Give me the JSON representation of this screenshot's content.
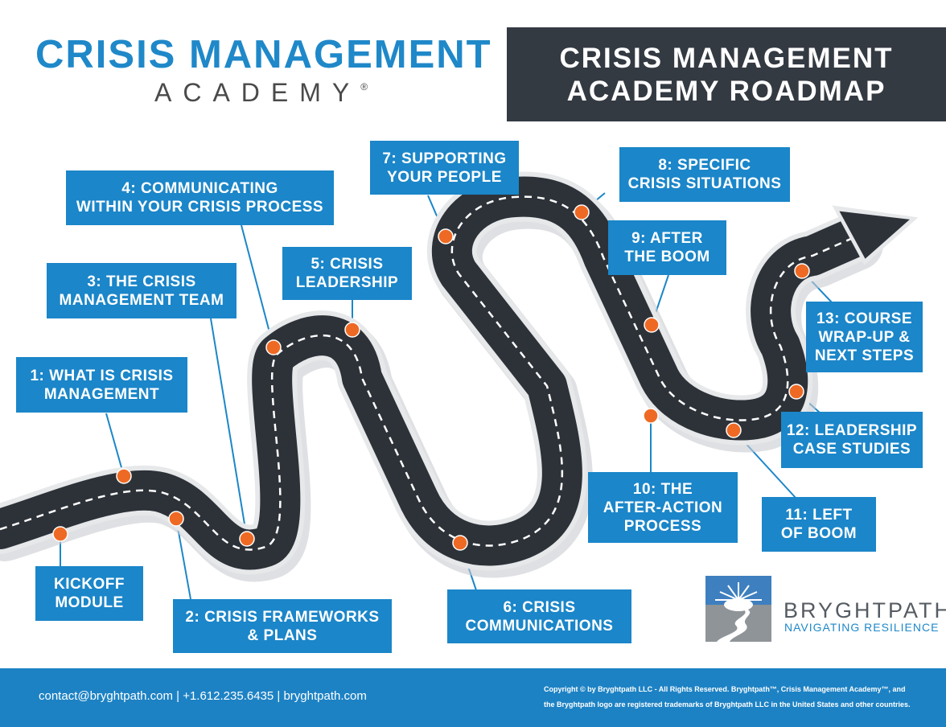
{
  "brand": {
    "title": "CRISIS MANAGEMENT",
    "subtitle": "ACADEMY",
    "registered_mark": "®"
  },
  "roadmap_title": {
    "line1": "CRISIS MANAGEMENT",
    "line2": "ACADEMY ROADMAP"
  },
  "milestones": [
    {
      "line1": "KICKOFF",
      "line2": "MODULE"
    },
    {
      "line1": "1:  WHAT IS CRISIS",
      "line2": "MANAGEMENT"
    },
    {
      "line1": "2:  CRISIS FRAMEWORKS",
      "line2": "& PLANS"
    },
    {
      "line1": "3:  THE CRISIS",
      "line2": "MANAGEMENT TEAM"
    },
    {
      "line1": "4:  COMMUNICATING",
      "line2": "WITHIN YOUR CRISIS PROCESS"
    },
    {
      "line1": "5:  CRISIS",
      "line2": "LEADERSHIP"
    },
    {
      "line1": "6:  CRISIS",
      "line2": "COMMUNICATIONS"
    },
    {
      "line1": "7:  SUPPORTING",
      "line2": "YOUR PEOPLE"
    },
    {
      "line1": "8:  SPECIFIC",
      "line2": "CRISIS SITUATIONS"
    },
    {
      "line1": "9:  AFTER",
      "line2": "THE BOOM"
    },
    {
      "line1": "10:  THE",
      "line2": "AFTER-ACTION",
      "line3": "PROCESS"
    },
    {
      "line1": "11:  LEFT",
      "line2": "OF BOOM"
    },
    {
      "line1": "12: LEADERSHIP",
      "line2": "CASE STUDIES"
    },
    {
      "line1": "13:  COURSE",
      "line2": "WRAP-UP &",
      "line3": "NEXT STEPS"
    }
  ],
  "logo": {
    "name": "BRYGHTPATH",
    "tagline": "NAVIGATING RESILIENCE"
  },
  "footer": {
    "contact": "contact@bryghtpath.com | +1.612.235.6435 | bryghtpath.com",
    "copyright_line1": "Copyright © by Bryghtpath LLC - All Rights Reserved.  Bryghtpath™, Crisis Management Academy™, and",
    "copyright_line2": "the Bryghtpath logo are registered trademarks of Bryghtpath LLC in the United States and other countries."
  },
  "colors": {
    "brand_blue": "#1f88c9",
    "label_blue": "#1b86c9",
    "road": "#2d3239",
    "marker": "#ee6a24",
    "title_box": "#343a42"
  }
}
